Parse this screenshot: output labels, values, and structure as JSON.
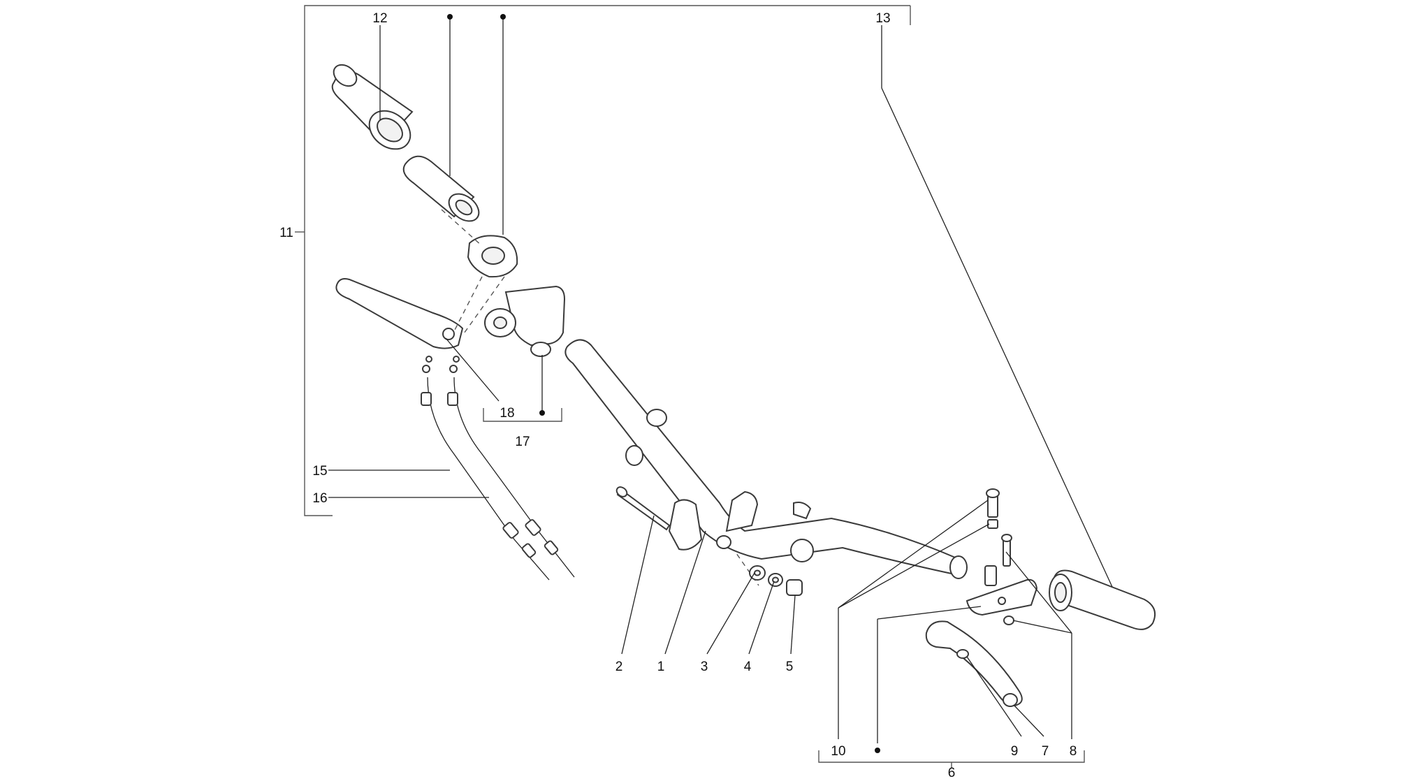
{
  "callouts": {
    "c1": "1",
    "c2": "2",
    "c3": "3",
    "c4": "4",
    "c5": "5",
    "c6": "6",
    "c7": "7",
    "c8": "8",
    "c9": "9",
    "c10": "10",
    "c11": "11",
    "c12": "12",
    "c13": "13",
    "c15": "15",
    "c16": "16",
    "c17": "17",
    "c18": "18"
  },
  "colors": {
    "line": "#3a3a3a",
    "text": "#111111",
    "background": "#ffffff"
  }
}
